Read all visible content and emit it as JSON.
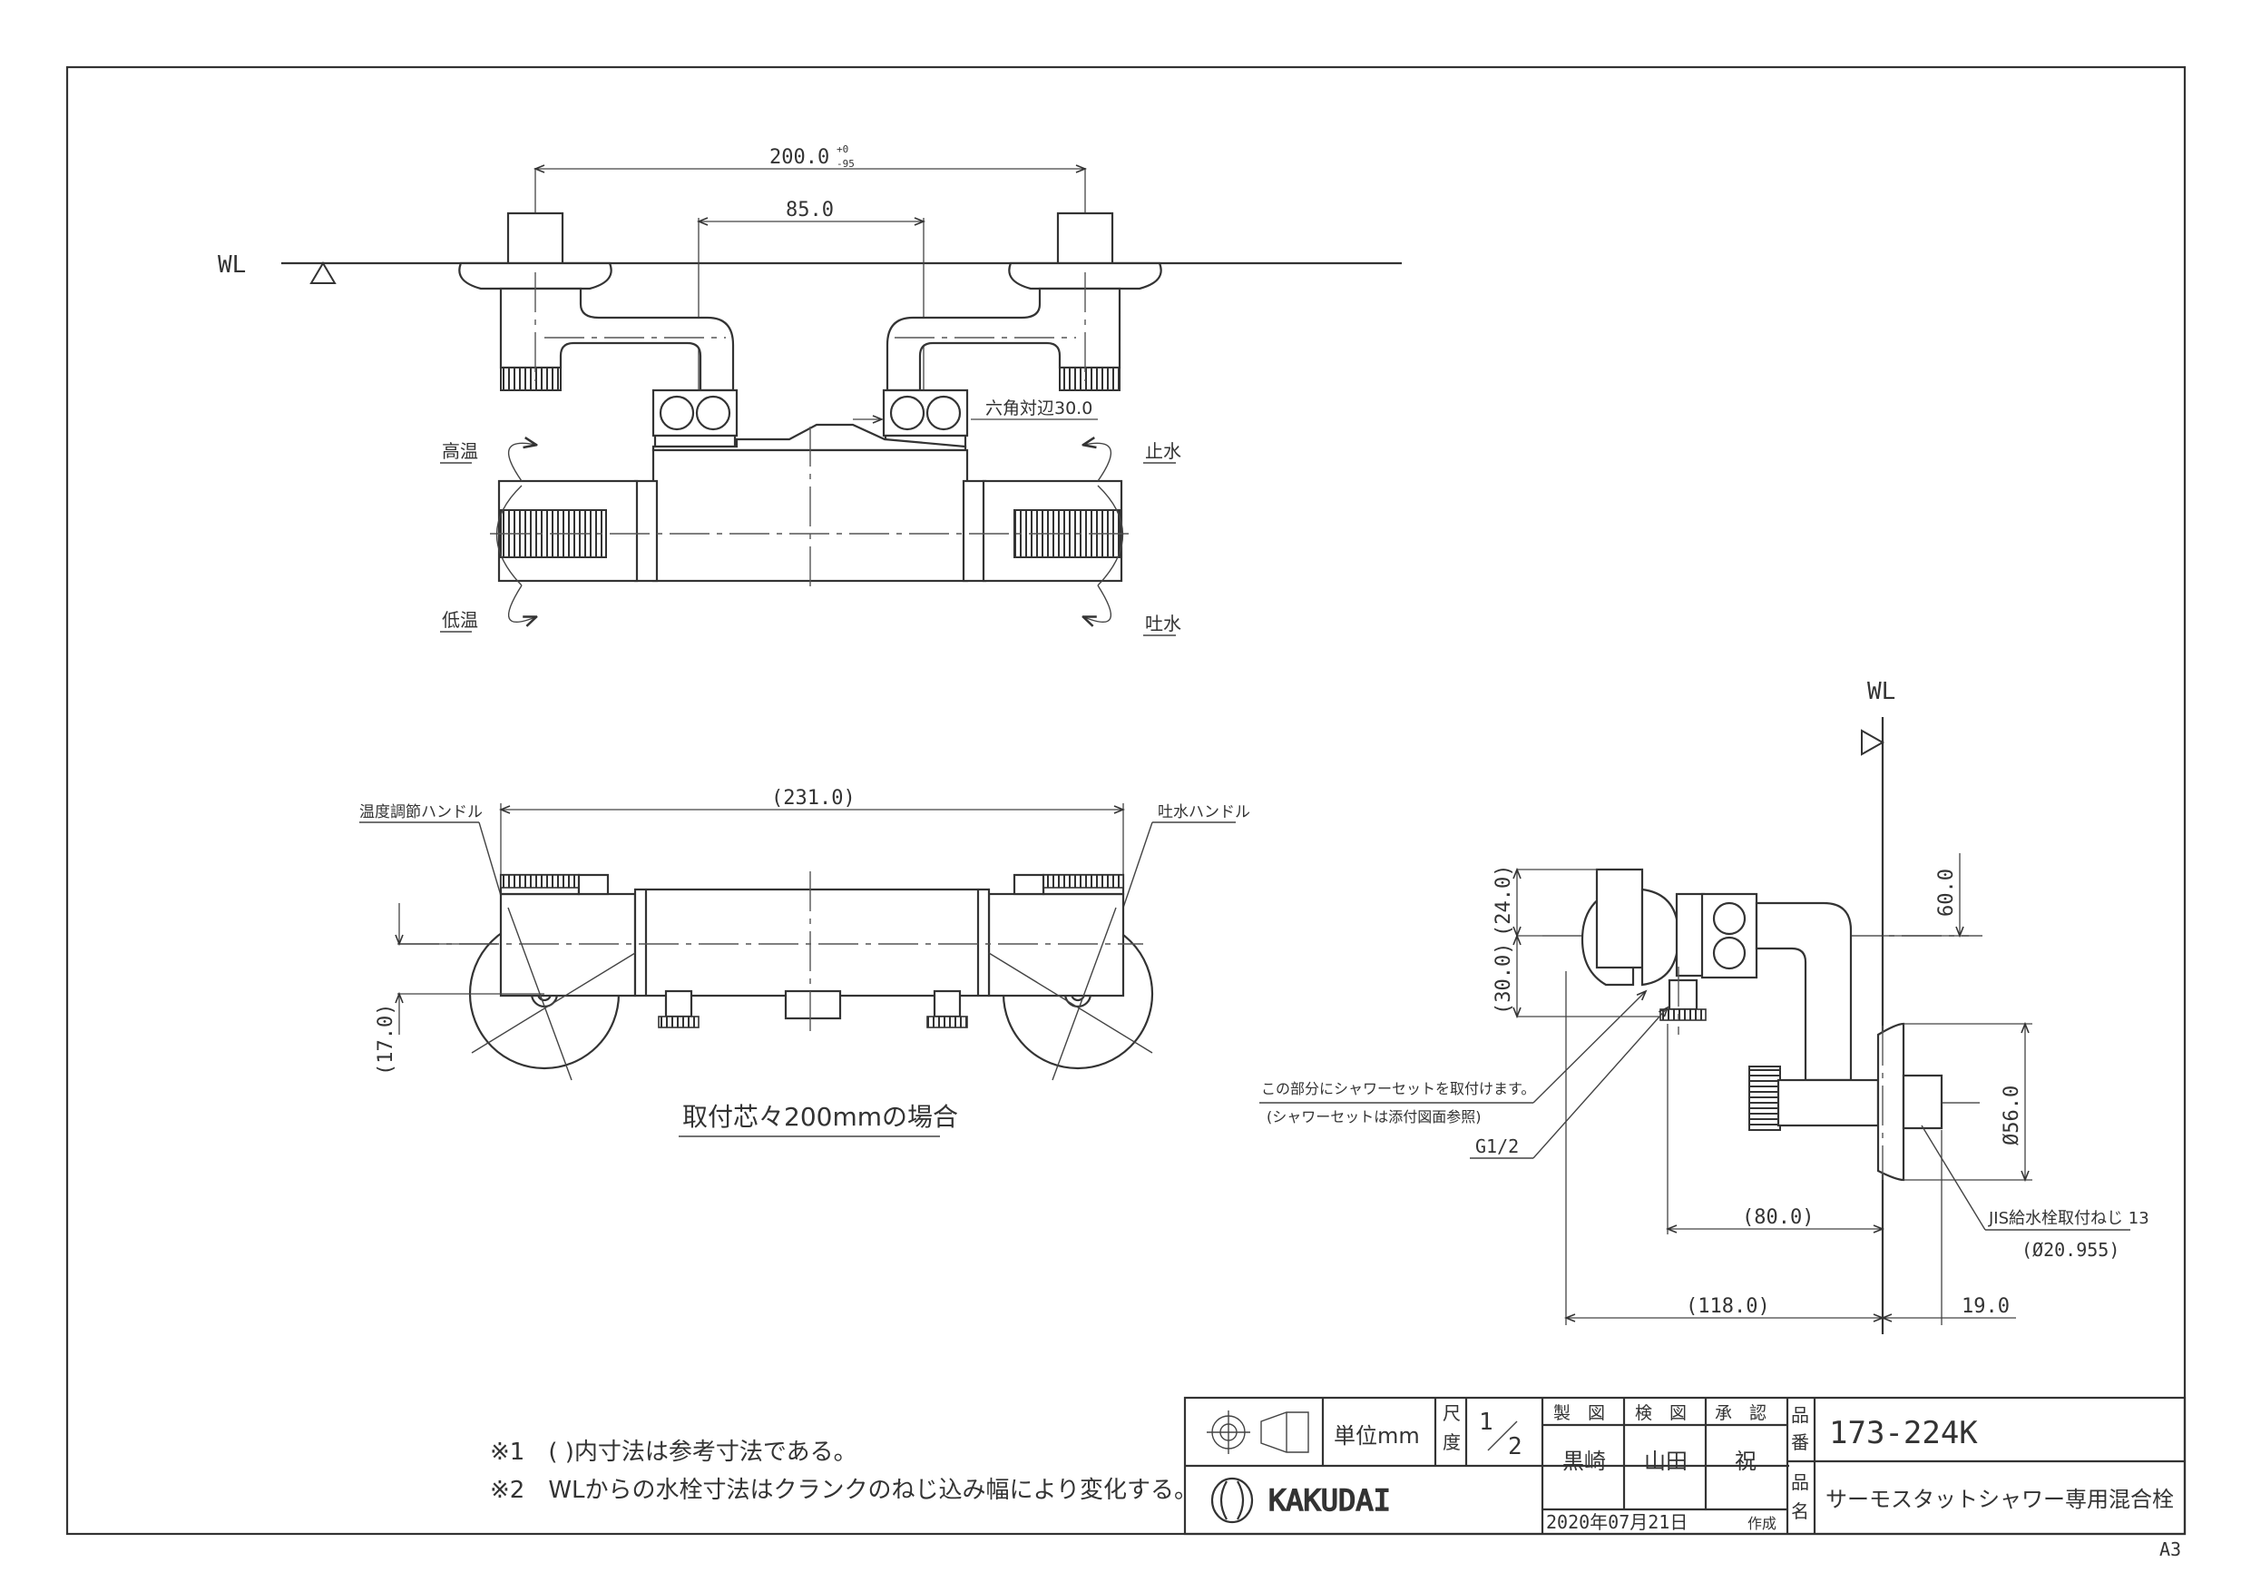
{
  "top_view": {
    "wl_label": "WL",
    "dim_width_total": "200.0",
    "dim_width_tol_upper": "+0",
    "dim_width_tol_lower": "-95",
    "dim_inner": "85.0",
    "hex_label": "六角対辺30.0",
    "high_temp": "高温",
    "low_temp": "低温",
    "stop_water": "止水",
    "discharge": "吐水"
  },
  "front_view": {
    "dim_overall": "(231.0)",
    "temp_handle": "温度調節ハンドル",
    "spout_handle": "吐水ハンドル",
    "dim_offset": "(17.0)",
    "caption": "取付芯々200mmの場合"
  },
  "side_view": {
    "wl_label": "WL",
    "dim_24": "(24.0)",
    "dim_30": "(30.0)",
    "dim_60": "60.0",
    "dim_56": "Ø56.0",
    "shower_note_1": "この部分にシャワーセットを取付けます。",
    "shower_note_2": "(シャワーセットは添付図面参照)",
    "g_label": "G1/2",
    "jis_label": "JIS給水栓取付ねじ 13",
    "jis_diameter": "(Ø20.955)",
    "dim_80": "(80.0)",
    "dim_118": "(118.0)",
    "dim_19": "19.0"
  },
  "notes": {
    "note1": "※1　( )内寸法は参考寸法である。",
    "note2": "※2　WLからの水栓寸法はクランクのねじ込み幅により変化する。"
  },
  "title_block": {
    "unit": "単位mm",
    "scale_label": "尺度",
    "scale_num": "1",
    "scale_den": "2",
    "col_made": "製　図",
    "col_check": "検　図",
    "col_approve": "承　認",
    "name_made": "黒崎",
    "name_check": "山田",
    "name_approve": "祝",
    "part_no_label": "品番",
    "part_no": "173-224K",
    "part_name_label": "品名",
    "part_name": "サーモスタットシャワー専用混合栓",
    "date": "2020年07月21日",
    "date_suffix": "作成",
    "brand": "KAKUDAI",
    "sheet": "A3"
  }
}
